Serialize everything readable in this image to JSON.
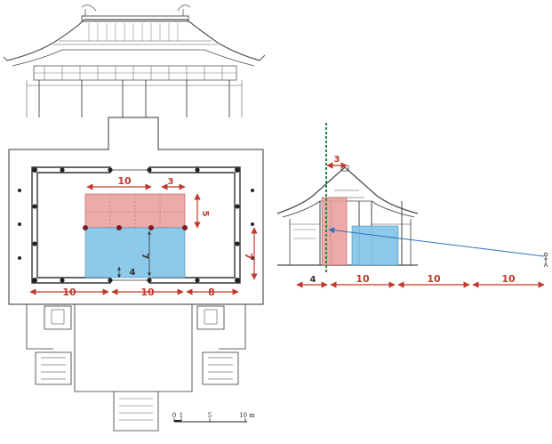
{
  "colors": {
    "red_zone": "#e99b9b",
    "blue_zone": "#7fc3e8",
    "dimension_red": "#c0392b",
    "axis_green": "#1e8a3a",
    "sightline_blue": "#2f6fbf"
  },
  "plan": {
    "top_width": "10",
    "top_offset": "3",
    "right_side_red": "5",
    "inner_depth": "7",
    "right_depth": "7",
    "inner_small": "4",
    "bottom": [
      "10",
      "10",
      "8"
    ]
  },
  "section": {
    "top_offset": "3",
    "bottom": [
      "4",
      "10",
      "10",
      "10"
    ]
  },
  "scale_bar": {
    "ticks": [
      "0",
      "1",
      "5",
      "10 m"
    ]
  }
}
